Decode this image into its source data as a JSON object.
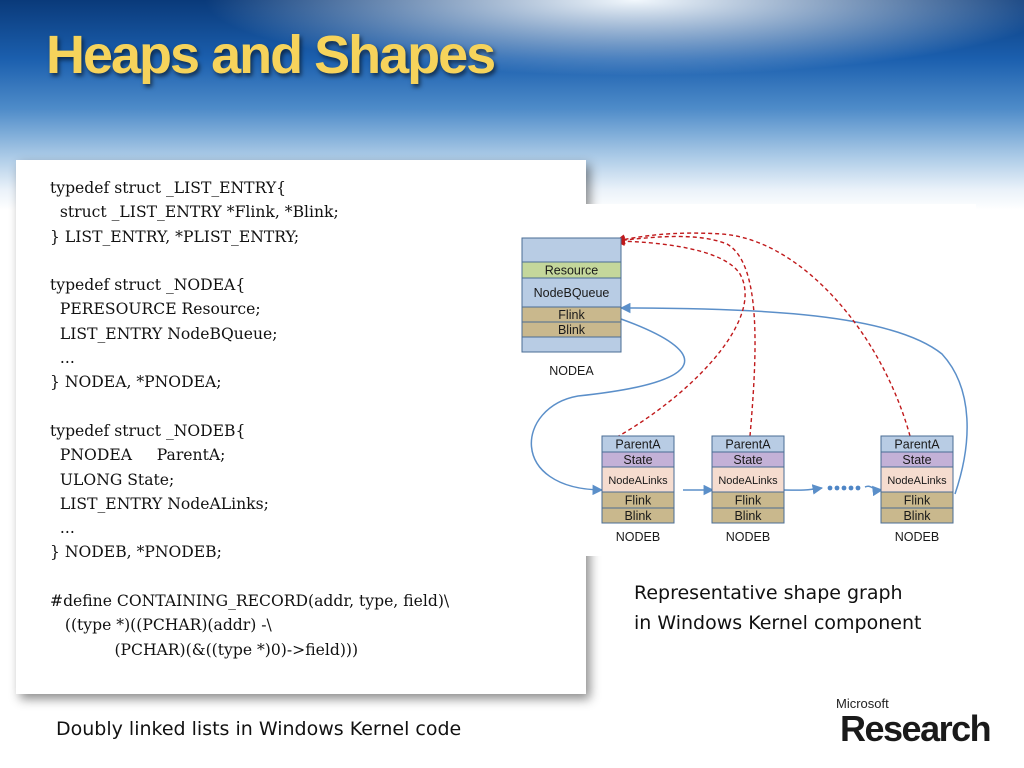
{
  "slide": {
    "title": "Heaps and Shapes",
    "code_lines": [
      "typedef struct _LIST_ENTRY{",
      "  struct _LIST_ENTRY *Flink, *Blink;",
      "} LIST_ENTRY, *PLIST_ENTRY;",
      "",
      "typedef struct _NODEA{",
      "  PERESOURCE Resource;",
      "  LIST_ENTRY NodeBQueue;",
      "  ...",
      "} NODEA, *PNODEA;",
      "",
      "typedef struct _NODEB{",
      "  PNODEA     ParentA;",
      "  ULONG State;",
      "  LIST_ENTRY NodeALinks;",
      "  ...",
      "} NODEB, *PNODEB;",
      "",
      "#define CONTAINING_RECORD(addr, type, field)\\",
      "   ((type *)((PCHAR)(addr) -\\",
      "             (PCHAR)(&((type *)0)->field)))"
    ],
    "caption_right_line1": "Representative shape graph",
    "caption_right_line2": "in Windows Kernel component",
    "caption_bottom": "Doubly linked lists in Windows Kernel code",
    "logo_top": "Microsoft",
    "logo_main": "Research"
  },
  "diagram": {
    "nodea": {
      "label": "NODEA",
      "fields": [
        "",
        "Resource",
        "NodeBQueue",
        "Flink",
        "Blink",
        ""
      ]
    },
    "nodeb": {
      "label": "NODEB",
      "fields": [
        "ParentA",
        "State",
        "NodeALinks",
        "Flink",
        "Blink"
      ],
      "count_shown": 3
    },
    "colors": {
      "box_blue": "#b8cce4",
      "resource_green": "#c4d79b",
      "flink_tan": "#c9b88d",
      "state_purple": "#c3b1d7",
      "nodealinks_pink": "#f5dccf",
      "arrow_blue": "#5b8fc9",
      "arrow_red": "#c0191b"
    }
  }
}
